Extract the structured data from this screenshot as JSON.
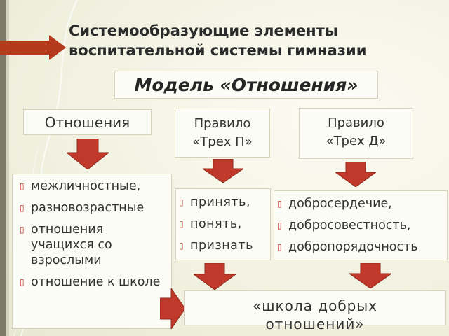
{
  "title_line1": "Системообразующие элементы",
  "title_line2": "воспитательной системы гимназии",
  "model_label": "Модель «Отношения»",
  "columns": [
    {
      "header": "Отношения",
      "items": [
        "межличностные,",
        "разновозрастные",
        "отношения учащихся со взрослыми",
        "отношение к школе"
      ]
    },
    {
      "header_line1": "Правило",
      "header_line2": "«Трех П»",
      "items": [
        "принять,",
        "понять,",
        "признать"
      ]
    },
    {
      "header_line1": "Правило",
      "header_line2": "«Трех Д»",
      "items": [
        "добросердечие,",
        "добросовестность,",
        "добропорядочность"
      ]
    }
  ],
  "result_line1": "«школа добрых",
  "result_line2": "отношений»",
  "colors": {
    "arrow_red": "#c0392b",
    "arrow_dark": "#a8301f",
    "stripe": "#7d7a6a",
    "title_arrow": "#b53a1d"
  }
}
